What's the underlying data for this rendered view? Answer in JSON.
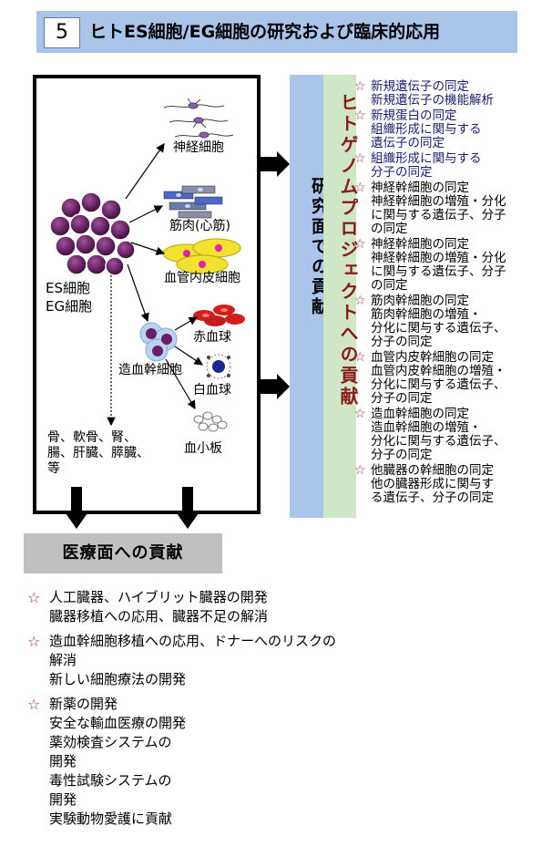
{
  "title": {
    "number": "5",
    "text": "ヒトES細胞/EG細胞の研究および臨床的応用"
  },
  "diagram": {
    "stem_cells_label": [
      "ES細胞",
      "EG細胞"
    ],
    "nerve": "神経細胞",
    "muscle": "筋肉(心筋)",
    "endothelial": "血管内皮細胞",
    "hematopoietic": "造血幹細胞",
    "rbc": "赤血球",
    "wbc": "白血球",
    "platelet": "血小板",
    "other_organs": [
      "骨、軟骨、腎、",
      "腸、肝臓、膵臓、",
      "等"
    ]
  },
  "research_contribution": "研究面での貢献",
  "genome_contribution": "ヒトゲノムプロジェクトへの貢献",
  "right_list": [
    {
      "lines": [
        "新規遺伝子の同定",
        "新規遺伝子の機能解析"
      ]
    },
    {
      "lines": [
        "新規蛋白の同定",
        "組織形成に関与する",
        "遺伝子の同定"
      ]
    },
    {
      "lines": [
        "組織形成に関与する",
        "分子の同定"
      ]
    },
    {
      "lines": [
        "神経幹細胞の同定",
        "神経幹細胞の増殖・分化",
        "に関与する遺伝子、分子",
        "の同定"
      ]
    },
    {
      "lines": [
        "神経幹細胞の同定",
        "神経幹細胞の増殖・分化",
        "に関与する遺伝子、分子",
        "の同定"
      ]
    },
    {
      "lines": [
        "筋肉幹細胞の同定",
        "筋肉幹細胞の増殖・",
        "分化に関与する遺伝子、",
        "分子の同定"
      ]
    },
    {
      "lines": [
        "血管内皮幹細胞の同定",
        "血管内皮幹細胞の増殖・",
        "分化に関与する遺伝子、",
        "分子の同定"
      ]
    },
    {
      "lines": [
        "造血幹細胞の同定",
        "造血幹細胞の増殖・",
        "分化に関与する遺伝子、",
        "分子の同定"
      ]
    },
    {
      "lines": [
        "他臓器の幹細胞の同定",
        "他の臓器形成に関与す",
        "る遺伝子、分子の同定"
      ]
    }
  ],
  "medical_contribution": "医療面への貢献",
  "bottom_list": [
    {
      "lines": [
        "人工臓器、ハイブリット臓器の開発",
        "臓器移植への応用、臓器不足の解消"
      ]
    },
    {
      "lines": [
        "造血幹細胞移植への応用、ドナーへのリスクの",
        "解消",
        "新しい細胞療法の開発"
      ]
    },
    {
      "lines": [
        "新薬の開発",
        "安全な輸血医療の開発",
        "薬効検査システムの",
        "開発",
        "毒性試験システムの",
        "開発",
        "実験動物愛護に貢献"
      ]
    }
  ],
  "icons": {
    "star": "☆"
  },
  "colors": {
    "title_bar": "#a9c6ea",
    "genome_column": "#cfe7c8",
    "genome_text": "#8b1a1a",
    "star": "#9b2b3d",
    "medical_box": "#c0c0c0"
  }
}
